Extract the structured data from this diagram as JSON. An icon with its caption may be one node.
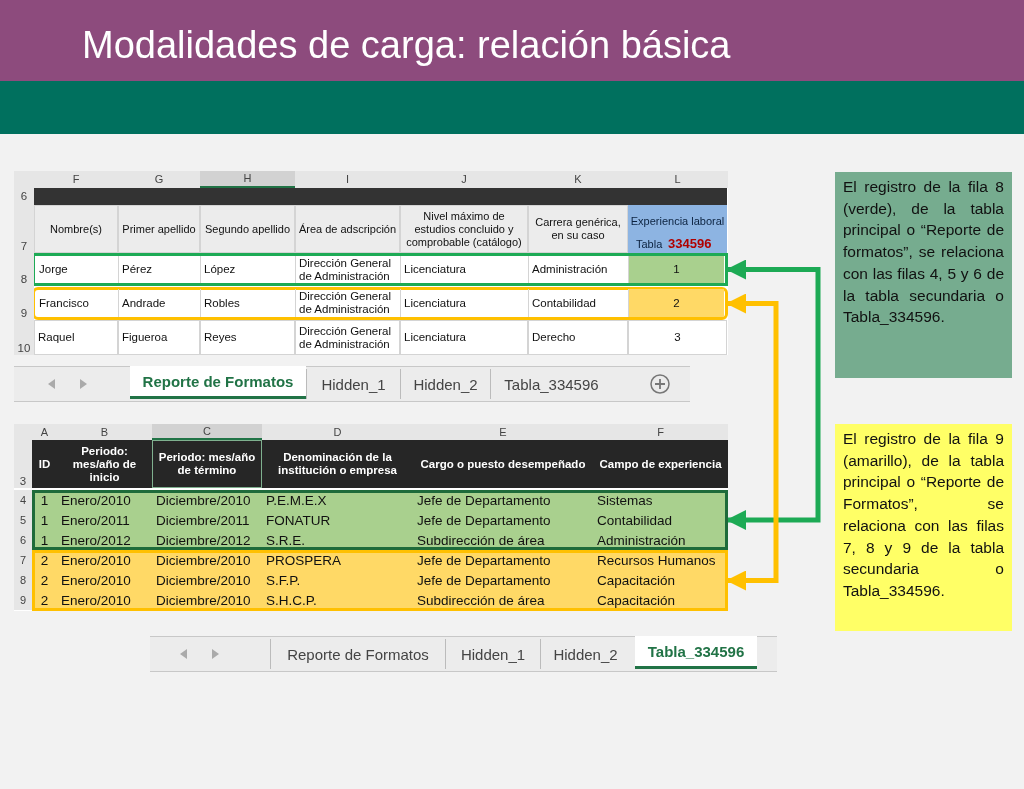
{
  "diagram": {
    "title": "Modalidades de carga: relación básica",
    "nodes": [
      {
        "text": [],
        "shape": "box"
      },
      {
        "text": [],
        "shape": "box"
      },
      {
        "text": [],
        "shape": "box"
      },
      {
        "text": [],
        "shape": "box"
      },
      {
        "text": [
          "El registro de la fila 8 (verde), de la tabla principal o “Reporte de formatos”, se relaciona con las filas 4, 5 y 6 de la tabla secundaria o Tabla_334596."
        ]
      },
      {
        "text": [
          "El registro de la fila 9 (amarillo), de la tabla principal o “Reporte de Formatos”, se relaciona con las filas 7, 8 y 9 de la tabla secundaria o Tabla_334596."
        ]
      }
    ],
    "edges": [
      {
        "from": 0,
        "to": 2,
        "arrow": "both",
        "color": "#1daa55"
      },
      {
        "from": 1,
        "to": 3,
        "arrow": "both",
        "color": "#ffc000"
      }
    ],
    "labels": [
      "F",
      "G",
      "H",
      "I",
      "J",
      "K",
      "L",
      "6",
      "7",
      "Nombre(s)",
      "Primer apellido",
      "Segundo apellido",
      "Área de adscripción",
      "Nivel máximo de estudios concluido y comprobable (catálogo)",
      "Carrera genérica, en su caso",
      "Experiencia laboral",
      "Tabla",
      "334596",
      "8",
      "Jorge",
      "Pérez",
      "López",
      "Dirección General de Administración",
      "Licenciatura",
      "Administración",
      "1",
      "9",
      "Francisco",
      "Andrade",
      "Robles",
      "Dirección General de Administración",
      "Licenciatura",
      "Contabilidad",
      "2",
      "10",
      "Raquel",
      "Figueroa",
      "Reyes",
      "Dirección General de Administración",
      "Licenciatura",
      "Derecho",
      "3",
      "Reporte de Formatos",
      "Hidden_1",
      "Hidden_2",
      "Tabla_334596",
      "A",
      "B",
      "C",
      "D",
      "E",
      "F",
      "3",
      "ID",
      "Periodo: mes/año de inicio",
      "Periodo: mes/año de término",
      "Denominación de la institución o empresa",
      "Cargo o puesto desempeñado",
      "Campo de experiencia",
      "4",
      "1",
      "Enero/2010",
      "Diciembre/2010",
      "P.E.M.E.X",
      "Jefe de Departamento",
      "Sistemas",
      "5",
      "1",
      "Enero/2011",
      "Diciembre/2011",
      "FONATUR",
      "Jefe de Departamento",
      "Contabilidad",
      "6",
      "1",
      "Enero/2012",
      "Diciembre/2012",
      "S.R.E.",
      "Subdirección de área",
      "Administración",
      "7",
      "2",
      "Enero/2010",
      "Diciembre/2010",
      "PROSPERA",
      "Jefe de Departamento",
      "Recursos Humanos",
      "8",
      "2",
      "Enero/2010",
      "Diciembre/2010",
      "S.F.P.",
      "Jefe de Departamento",
      "Capacitación",
      "9",
      "2",
      "Enero/2010",
      "Diciembre/2010",
      "S.H.C.P.",
      "Subdirección de área",
      "Capacitación",
      "Reporte de Formatos",
      "Hidden_1",
      "Hidden_2",
      "Tabla_334596"
    ]
  }
}
